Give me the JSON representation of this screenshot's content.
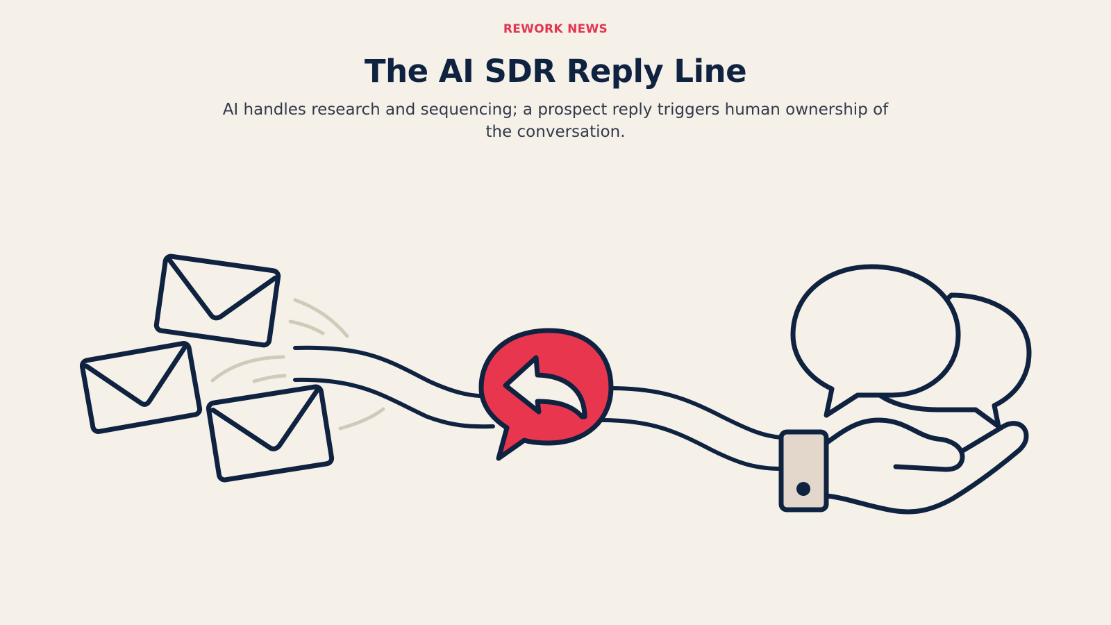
{
  "header": {
    "kicker": "REWORK NEWS",
    "title": "The AI SDR Reply Line",
    "subtitle": "AI handles research and sequencing; a prospect reply triggers human ownership of the conversation."
  },
  "illustration": {
    "icons": [
      "envelope-icon",
      "envelope-icon",
      "envelope-icon",
      "reply-bubble-icon",
      "speech-bubbles-icon",
      "hand-icon"
    ],
    "colors": {
      "background": "#f5f1e9",
      "ink": "#0f2240",
      "accent": "#e8364f",
      "motion": "#cfcbb8",
      "cuff": "#e3d7cc"
    }
  }
}
